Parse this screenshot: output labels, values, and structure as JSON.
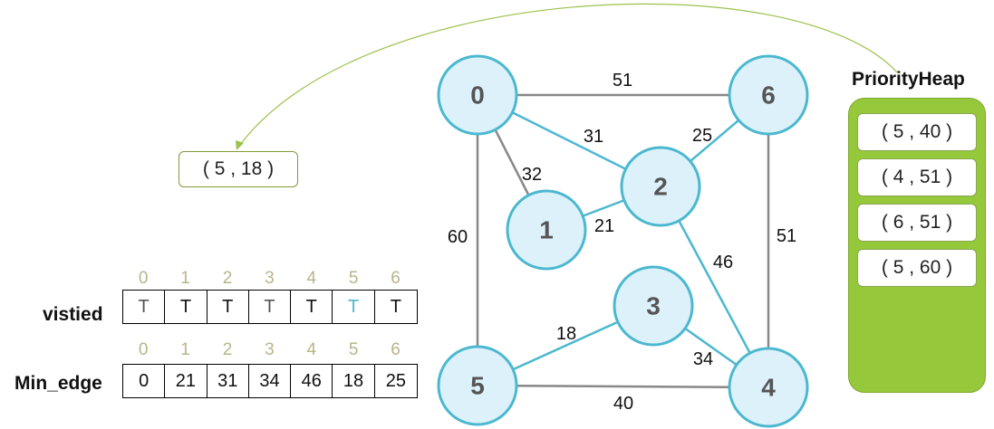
{
  "popped_item": "( 5 , 18 )",
  "heap": {
    "title": "PriorityHeap",
    "items": [
      "( 5 , 40 )",
      "( 4 , 51 )",
      "( 6 , 51 )",
      "( 5 , 60 )"
    ]
  },
  "arrays": {
    "visited": {
      "label": "vistied",
      "indices": [
        "0",
        "1",
        "2",
        "3",
        "4",
        "5",
        "6"
      ],
      "values": [
        "T",
        "T",
        "T",
        "T",
        "T",
        "T",
        "T"
      ],
      "value_colors": [
        "#555555",
        "#111111",
        "#111111",
        "#555555",
        "#111111",
        "#4bb8cf",
        "#111111"
      ]
    },
    "min_edge": {
      "label": "Min_edge",
      "indices": [
        "0",
        "1",
        "2",
        "3",
        "4",
        "5",
        "6"
      ],
      "values": [
        "0",
        "21",
        "31",
        "34",
        "46",
        "18",
        "25"
      ]
    }
  },
  "graph": {
    "colors": {
      "node_fill": "#ddf1fb",
      "node_stroke": "#4bb8cf",
      "tree_edge": "#4bb8cf",
      "other_edge": "#888888",
      "arrow": "#9bc24a"
    },
    "nodes": [
      {
        "id": "0",
        "label": "0"
      },
      {
        "id": "1",
        "label": "1"
      },
      {
        "id": "2",
        "label": "2"
      },
      {
        "id": "3",
        "label": "3"
      },
      {
        "id": "4",
        "label": "4"
      },
      {
        "id": "5",
        "label": "5"
      },
      {
        "id": "6",
        "label": "6"
      }
    ],
    "edges": [
      {
        "from": "0",
        "to": "6",
        "weight": "51",
        "tree": false
      },
      {
        "from": "0",
        "to": "2",
        "weight": "31",
        "tree": true
      },
      {
        "from": "0",
        "to": "1",
        "weight": "32",
        "tree": false
      },
      {
        "from": "0",
        "to": "5",
        "weight": "60",
        "tree": false
      },
      {
        "from": "6",
        "to": "2",
        "weight": "25",
        "tree": true
      },
      {
        "from": "6",
        "to": "4",
        "weight": "51",
        "tree": false
      },
      {
        "from": "1",
        "to": "2",
        "weight": "21",
        "tree": true
      },
      {
        "from": "2",
        "to": "4",
        "weight": "46",
        "tree": true
      },
      {
        "from": "3",
        "to": "5",
        "weight": "18",
        "tree": true
      },
      {
        "from": "3",
        "to": "4",
        "weight": "34",
        "tree": true
      },
      {
        "from": "5",
        "to": "4",
        "weight": "40",
        "tree": false
      }
    ]
  }
}
